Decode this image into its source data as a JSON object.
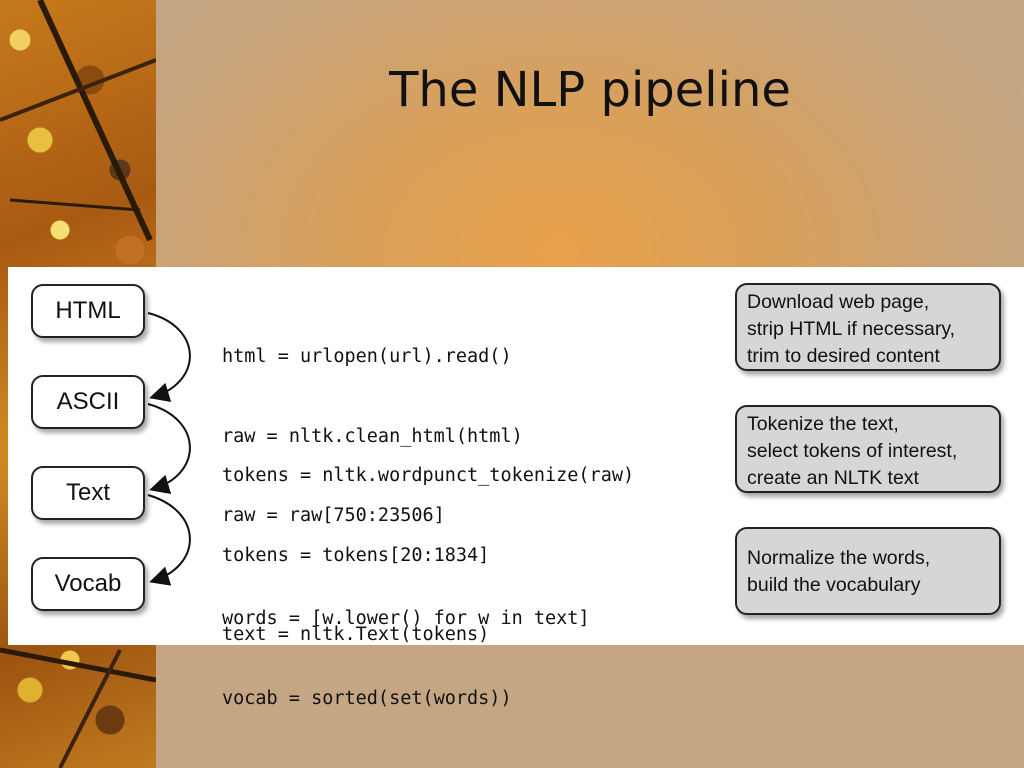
{
  "slide": {
    "title": "The NLP pipeline"
  },
  "stages": [
    "HTML",
    "ASCII",
    "Text",
    "Vocab"
  ],
  "code_blocks": [
    [
      "html = urlopen(url).read()",
      "raw = nltk.clean_html(html)",
      "raw = raw[750:23506]"
    ],
    [
      "tokens = nltk.wordpunct_tokenize(raw)",
      "tokens = tokens[20:1834]",
      "text = nltk.Text(tokens)"
    ],
    [
      "words = [w.lower() for w in text]",
      "vocab = sorted(set(words))"
    ]
  ],
  "descriptions": [
    [
      "Download web page,",
      "strip HTML if necessary,",
      "trim to desired content"
    ],
    [
      "Tokenize the text,",
      "select tokens of interest,",
      "create an NLTK text"
    ],
    [
      "Normalize the words,",
      "build the vocabulary"
    ]
  ]
}
